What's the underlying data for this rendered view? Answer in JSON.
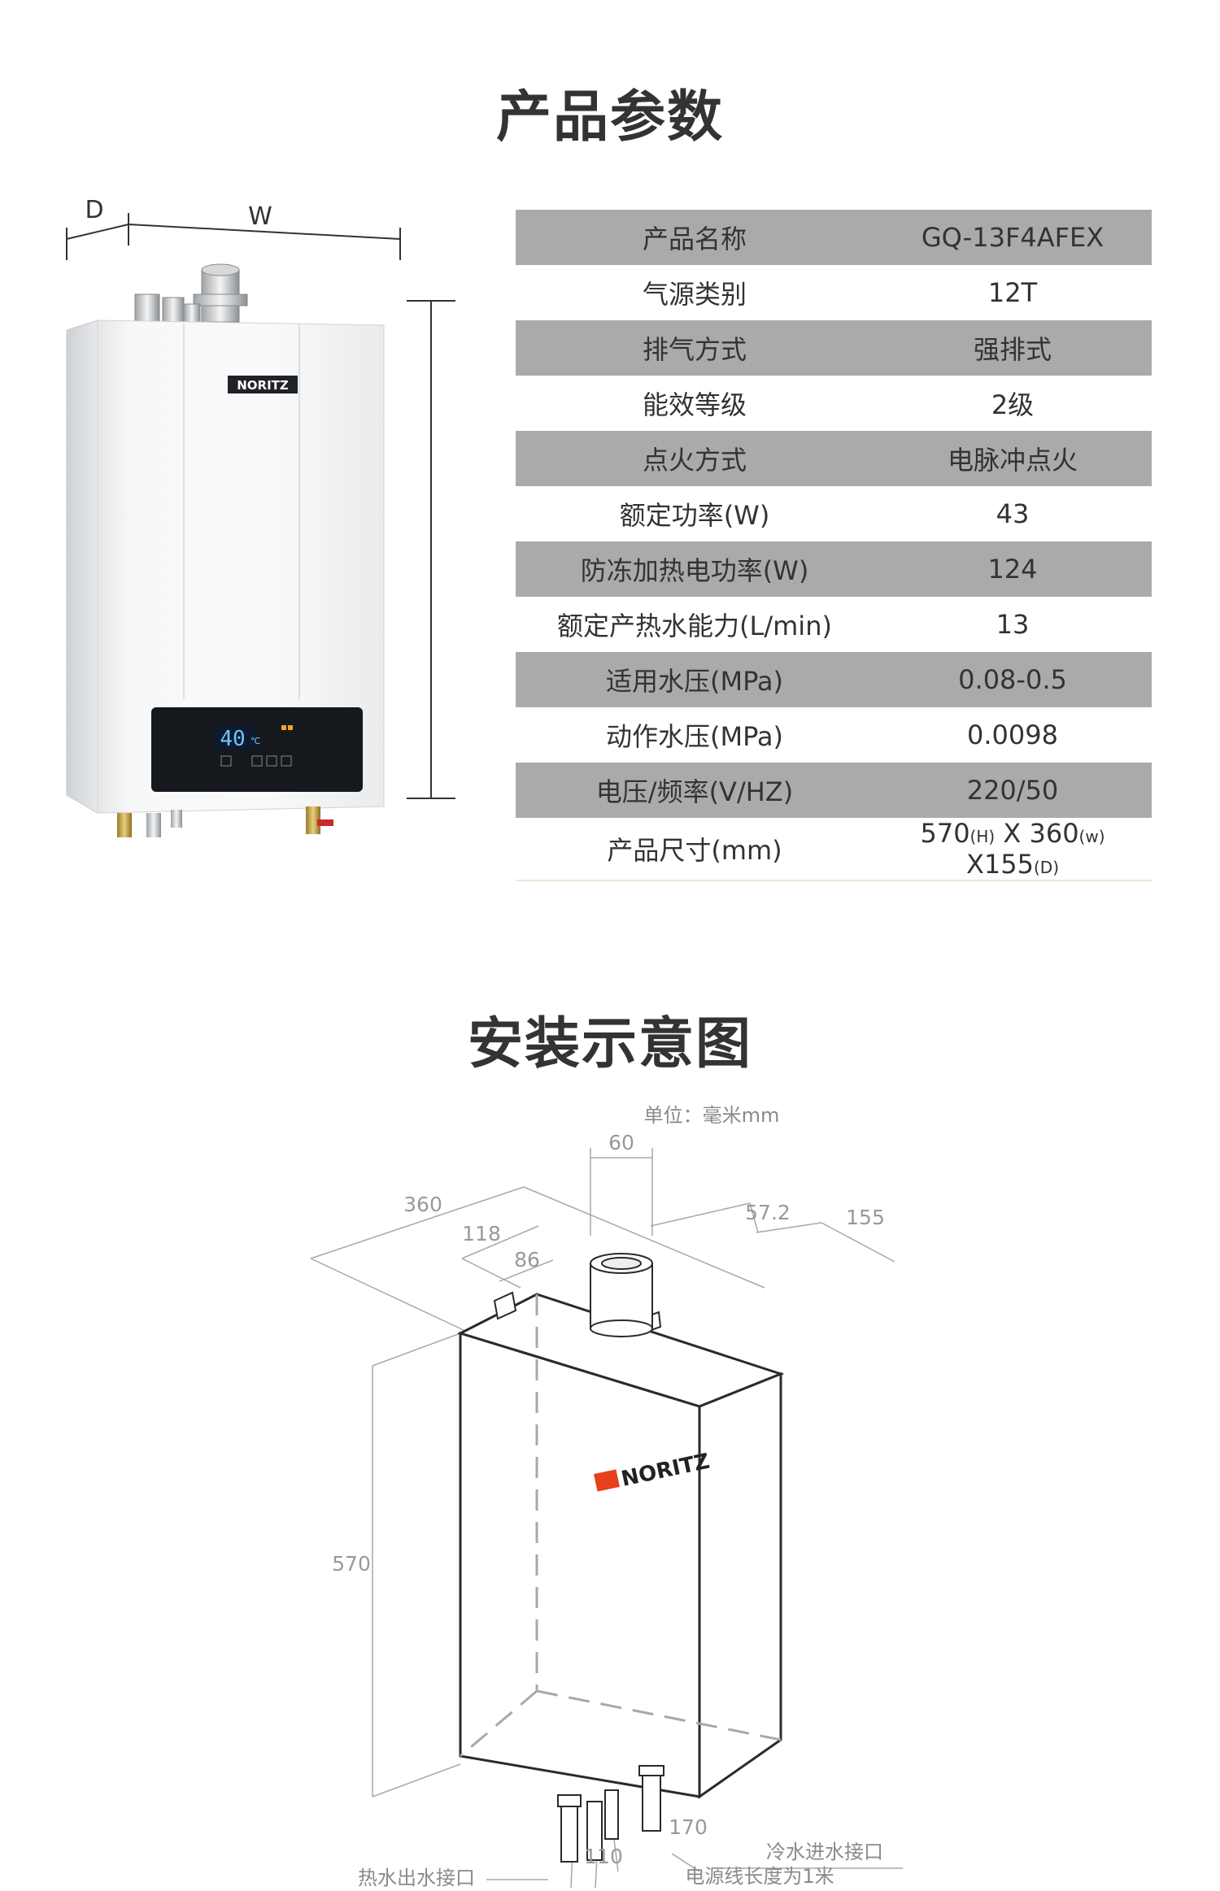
{
  "titles": {
    "params": "产品参数",
    "install": "安装示意图"
  },
  "product_image": {
    "dim_d": "D",
    "dim_w": "W",
    "brand": "NORITZ",
    "display_temp": "40",
    "display_unit": "℃"
  },
  "specs": [
    {
      "label": "产品名称",
      "value": "GQ-13F4AFEX"
    },
    {
      "label": "气源类别",
      "value": "12T"
    },
    {
      "label": "排气方式",
      "value": "强排式"
    },
    {
      "label": "能效等级",
      "value": "2级"
    },
    {
      "label": "点火方式",
      "value": "电脉冲点火"
    },
    {
      "label": "额定功率(W)",
      "value": "43"
    },
    {
      "label": "防冻加热电功率(W)",
      "value": "124"
    },
    {
      "label": "额定产热水能力(L/min)",
      "value": "13"
    },
    {
      "label": "适用水压(MPa)",
      "value": "0.08-0.5"
    },
    {
      "label": "动作水压(MPa)",
      "value": "0.0098"
    },
    {
      "label": "电压/频率(V/HZ)",
      "value": "220/50"
    }
  ],
  "size_row": {
    "label": "产品尺寸(mm)",
    "h": "570",
    "h_sub": "(H)",
    "x1": " X ",
    "w": "360",
    "w_sub": "(w)",
    "x2": " X",
    "d": "155",
    "d_sub": "(D)"
  },
  "diagram": {
    "unit_note": "单位：毫米mm",
    "dims": {
      "d60": "60",
      "d360": "360",
      "d118": "118",
      "d86": "86",
      "d57_2": "57.2",
      "d155": "155",
      "d570": "570",
      "d170": "170",
      "d110": "110"
    },
    "brand": "NORITZ",
    "labels": {
      "cold_in": "冷水进水接口",
      "hot_out": "热水出水接口",
      "cable": "电源线长度为1米"
    }
  }
}
